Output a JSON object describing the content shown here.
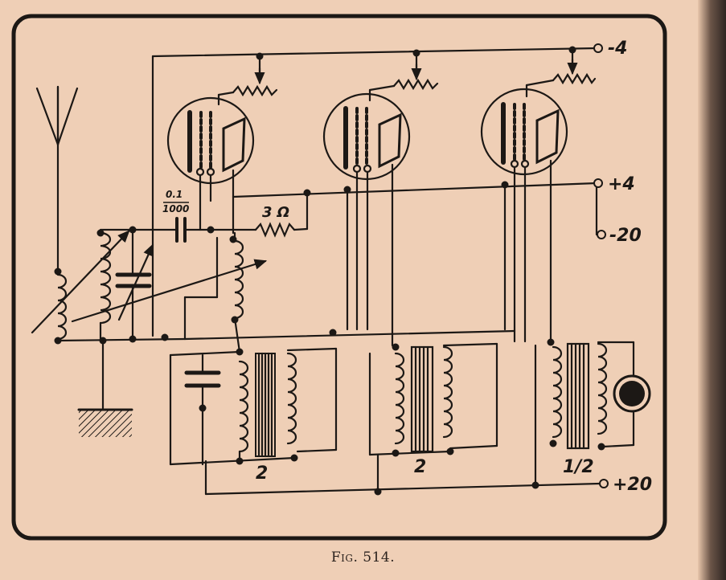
{
  "labels": {
    "capacitor_value_top": "0.1",
    "capacitor_value_bottom": "1000",
    "resistor_value": "3 Ω",
    "terminal_minus4": "-4",
    "terminal_plus4": "+4",
    "terminal_minus20": "-20",
    "terminal_plus20": "+20",
    "transformer1_ratio": "2",
    "transformer2_ratio": "2",
    "transformer3_ratio": "1/2"
  },
  "caption": "Fig. 514.",
  "colors": {
    "paper": "#efcfb6",
    "ink": "#1c1815",
    "gutter_shadow": "#2f2622"
  },
  "icons": {
    "antenna": "antenna-icon",
    "ground": "ground-icon",
    "tube": "vacuum-tube-icon",
    "headphone": "headphone-icon"
  }
}
